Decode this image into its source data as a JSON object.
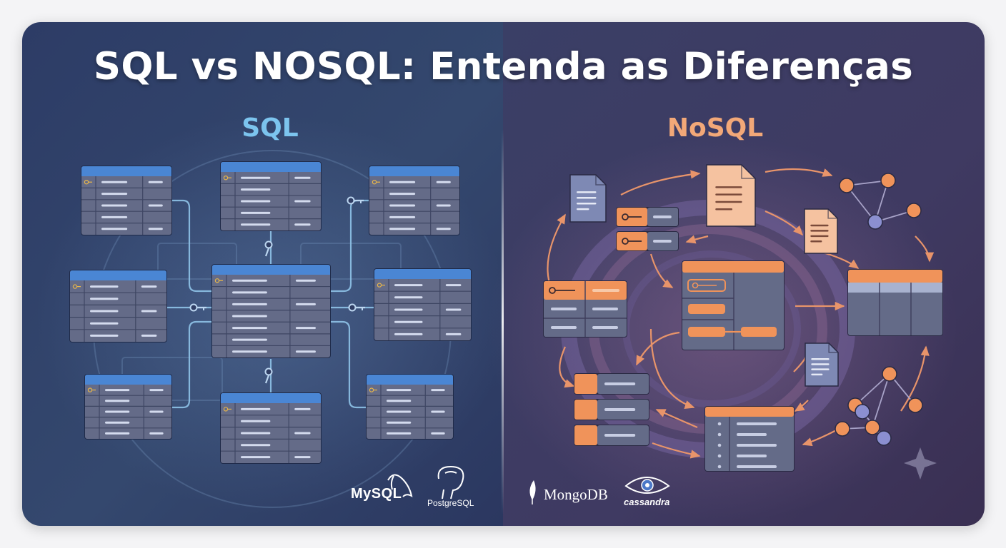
{
  "title": "SQL vs NOSQL: Entenda as Diferenças",
  "sql": {
    "heading": "SQL",
    "color": "#7cc4ee",
    "logos": {
      "mysql": "MySQL",
      "postgresql": "PostgreSQL"
    }
  },
  "nosql": {
    "heading": "NoSQL",
    "color": "#f2a878",
    "logos": {
      "mongodb": "MongoDB",
      "cassandra": "cassandra"
    }
  },
  "colors": {
    "sql_accent": "#4a86d4",
    "nosql_accent": "#f0935a",
    "table_body": "#646b88",
    "node_purple": "#8b8fd0"
  },
  "icons": [
    "key-icon",
    "document-icon",
    "graph-node-icon",
    "sparkle-icon",
    "mysql-dolphin-icon",
    "postgresql-elephant-icon",
    "mongodb-leaf-icon",
    "cassandra-eye-icon"
  ]
}
